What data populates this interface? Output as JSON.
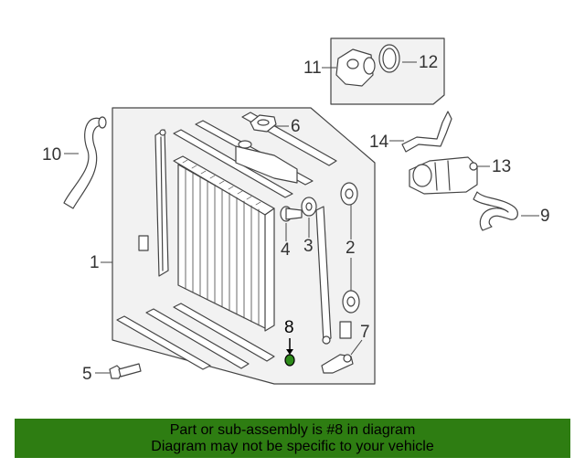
{
  "callouts": {
    "c1": "1",
    "c2": "2",
    "c3": "3",
    "c4": "4",
    "c5": "5",
    "c6": "6",
    "c7": "7",
    "c8": "8",
    "c9": "9",
    "c10": "10",
    "c11": "11",
    "c12": "12",
    "c13": "13",
    "c14": "14"
  },
  "highlight": {
    "part_number": "8",
    "color": "#2e8b1a"
  },
  "banner": {
    "line1": "Part or sub-assembly is #8 in diagram",
    "line2": "Diagram may not be specific to your vehicle",
    "background": "#2e7d12"
  }
}
